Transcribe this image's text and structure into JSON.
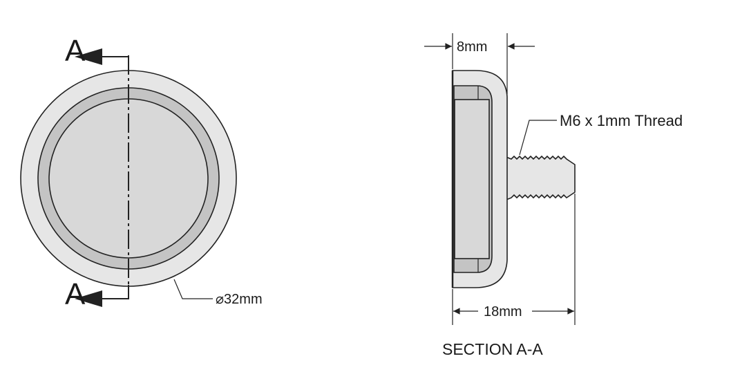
{
  "section_marker_top": "A",
  "section_marker_bottom": "A",
  "diameter_label": "32mm",
  "diameter_symbol": "⌀",
  "width_8_label": "8mm",
  "thread_label": "M6 x 1mm Thread",
  "length_18_label": "18mm",
  "section_title": "SECTION A-A",
  "colors": {
    "outer_ring": "#e6e6e6",
    "mid_ring": "#c2c2c2",
    "magnet_face": "#d8d8d8",
    "line": "#222222"
  }
}
